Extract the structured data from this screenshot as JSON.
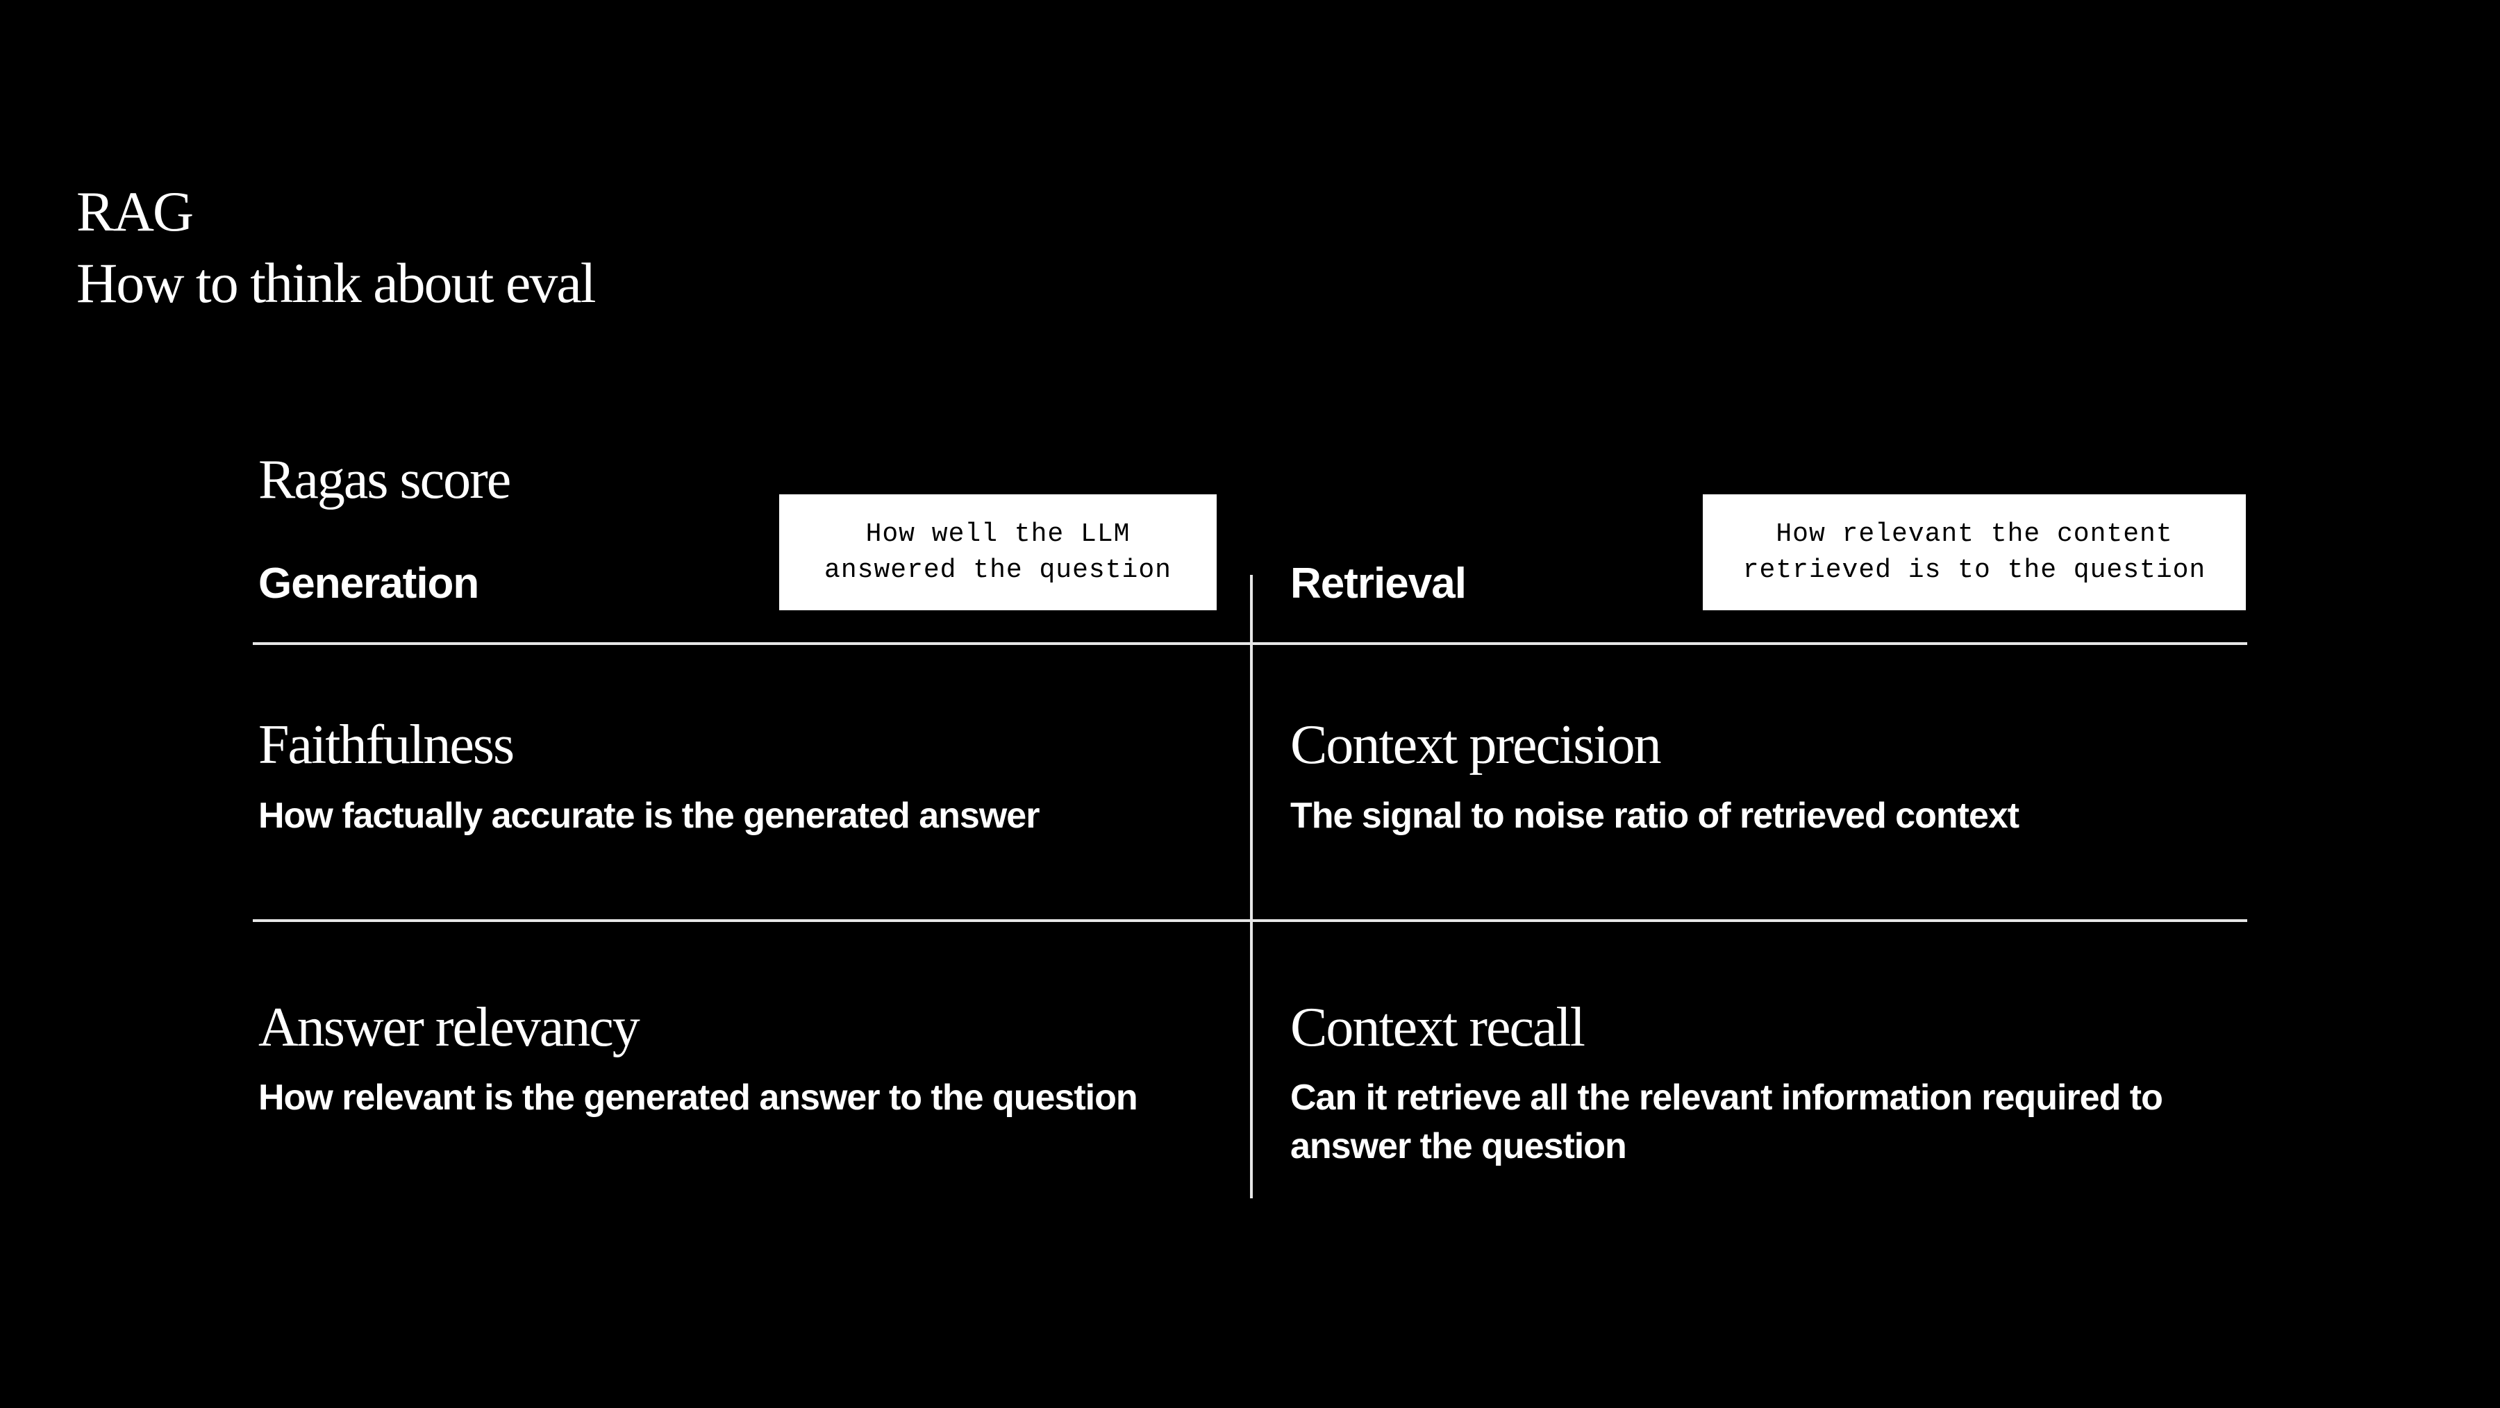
{
  "slide": {
    "title_line1": "RAG",
    "title_line2": "How to think about eval"
  },
  "ragas": {
    "heading": "Ragas score"
  },
  "generation": {
    "heading": "Generation",
    "callout": "How well the LLM\nanswered the question",
    "metrics": [
      {
        "title": "Faithfulness",
        "description": "How factually accurate is the generated answer"
      },
      {
        "title": "Answer relevancy",
        "description": "How relevant is the generated answer to the question"
      }
    ]
  },
  "retrieval": {
    "heading": "Retrieval",
    "callout": "How relevant the content\nretrieved is to the question",
    "metrics": [
      {
        "title": "Context precision",
        "description": "The signal to noise ratio of retrieved context"
      },
      {
        "title": "Context recall",
        "description": "Can it retrieve all the relevant information required to answer the question"
      }
    ]
  },
  "colors": {
    "background": "#000000",
    "foreground": "#ffffff",
    "callout_background": "#ffffff",
    "callout_text": "#000000",
    "divider": "#e6e6e6"
  }
}
